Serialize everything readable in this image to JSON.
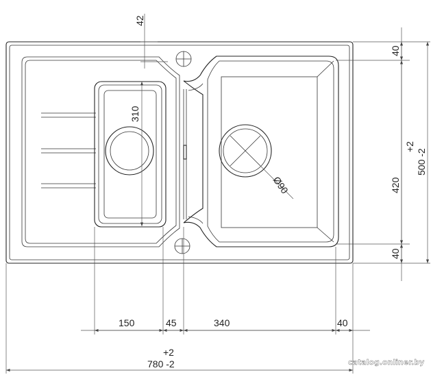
{
  "drawing": {
    "dimensions": {
      "top_offset": "42",
      "drainer_bowl_height": "310",
      "drain_diameter": "Ø90",
      "right_top": "40",
      "right_main": "420",
      "right_bottom": "40",
      "total_height_tol": "+2",
      "total_height": "500  -2",
      "bottom_150": "150",
      "bottom_45": "45",
      "bottom_340": "340",
      "bottom_40": "40",
      "total_width_tol": "+2",
      "total_width": "780  -2"
    }
  },
  "watermark": {
    "text": "catalog.onliner.by"
  }
}
